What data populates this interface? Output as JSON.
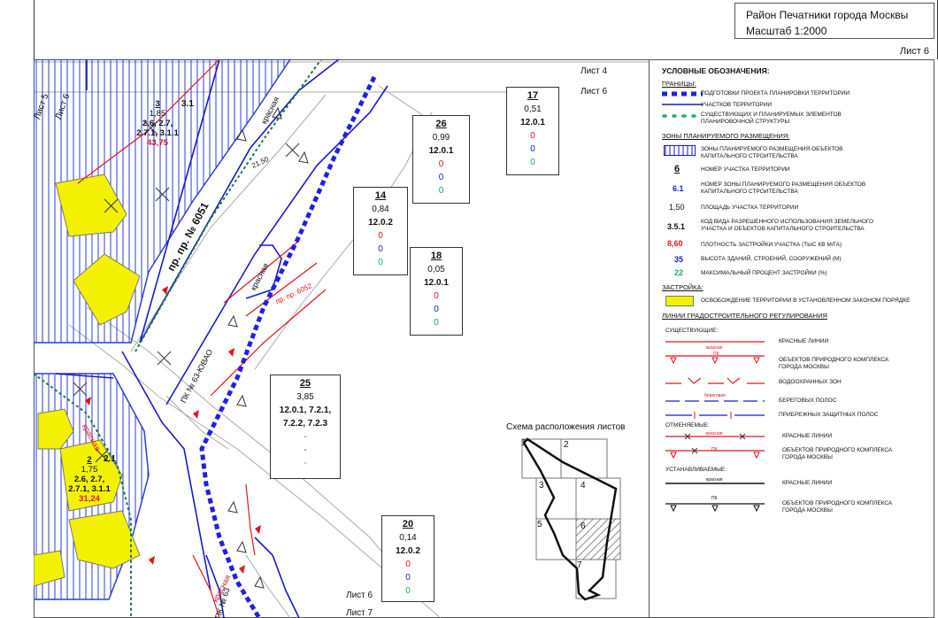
{
  "header": {
    "district": "Район Печатники города Москвы",
    "scale": "Масштаб 1:2000",
    "sheet": "Лист 6"
  },
  "sheet_labels": {
    "top_right_4": "Лист 4",
    "top_right_6": "Лист 6",
    "left_5": "Лист 5",
    "left_6": "Лист 6",
    "bottom_6": "Лист 6",
    "bottom_7": "Лист 7"
  },
  "map_labels": {
    "street": "пр. пр. № 6051",
    "pk_ugv": "ПК № 63-ЮВАО",
    "pk_63": "ПК № 63",
    "krasnaya1": "красная",
    "krasnaya2": "красная",
    "krasnaya3": "красная",
    "krasnaya4": "красная",
    "proezd_6052": "пр. пр. 6052",
    "dim_21_50": "21.50",
    "zone_3_1": "3.1",
    "zone_2_1": "2.1"
  },
  "plots": [
    {
      "id": "17",
      "area": "0,51",
      "code": "12.0.1",
      "density": "0",
      "height": "0",
      "percent": "0"
    },
    {
      "id": "26",
      "area": "0,99",
      "code": "12.0.1",
      "density": "0",
      "height": "0",
      "percent": "0"
    },
    {
      "id": "14",
      "area": "0,84",
      "code": "12.0.2",
      "density": "0",
      "height": "0",
      "percent": "0"
    },
    {
      "id": "18",
      "area": "0,05",
      "code": "12.0.1",
      "density": "0",
      "height": "0",
      "percent": "0"
    },
    {
      "id": "25",
      "area": "3,85",
      "code1": "12.0.1, 7.2.1,",
      "code2": "7.2.2, 7.2.3",
      "density": "-",
      "height": "-",
      "percent": "-"
    },
    {
      "id": "20",
      "area": "0,14",
      "code": "12.0.2",
      "density": "0",
      "height": "0",
      "percent": "0"
    }
  ],
  "map_plots": [
    {
      "id": "3",
      "area": "1,85",
      "code1": "2.6, 2.7,",
      "code2": "2.7.1, 3.1.1",
      "density": "43,75"
    },
    {
      "id": "2",
      "area": "1,75",
      "code1": "2.6, 2.7,",
      "code2": "2.7.1, 3.1.1",
      "density": "31,24"
    }
  ],
  "scheme": {
    "title": "Схема расположения листов",
    "cells": [
      "1",
      "2",
      "3",
      "4",
      "5",
      "6",
      "7"
    ]
  },
  "legend": {
    "title": "УСЛОВНЫЕ ОБОЗНАЧЕНИЯ:",
    "borders_title": "ГРАНИЦЫ:",
    "b1": "ПОДГОТОВКИ ПРОЕКТА ПЛАНИРОВКИ ТЕРРИТОРИИ",
    "b2": "УЧАСТКОВ ТЕРРИТОРИИ",
    "b3": "СУЩЕСТВУЮЩИХ И ПЛАНИРУЕМЫХ ЭЛЕМЕНТОВ ПЛАНИРОВОЧНОЙ СТРУКТУРЫ",
    "zones_title": "ЗОНЫ ПЛАНИРУЕМОГО РАЗМЕЩЕНИЯ:",
    "z1": "ЗОНЫ ПЛАНИРУЕМОГО РАЗМЕЩЕНИЯ ОБЪЕКТОВ КАПИТАЛЬНОГО СТРОИТЕЛЬСТВА",
    "z2_sym": "6",
    "z2": "НОМЕР УЧАСТКА ТЕРРИТОРИИ",
    "z3_sym": "6.1",
    "z3": "НОМЕР ЗОНЫ ПЛАНИРУЕМОГО РАЗМЕЩЕНИЯ ОБЪЕКТОВ КАПИТАЛЬНОГО СТРОИТЕЛЬСТВА",
    "z4_sym": "1,50",
    "z4": "ПЛОЩАДЬ УЧАСТКА ТЕРРИТОРИИ",
    "z5_sym": "3.5.1",
    "z5": "КОД ВИДА РАЗРЕШЕННОГО ИСПОЛЬЗОВАНИЯ ЗЕМЕЛЬНОГО УЧАСТКА И ОБЪЕКТОВ КАПИТАЛЬНОГО СТРОИТЕЛЬСТВА",
    "z6_sym": "8,60",
    "z6": "ПЛОТНОСТЬ ЗАСТРОЙКИ УЧАСТКА (ТЫС КВ М/ГА)",
    "z7_sym": "35",
    "z7": "ВЫСОТА ЗДАНИЙ, СТРОЕНИЙ, СООРУЖЕНИЙ (М)",
    "z8_sym": "22",
    "z8": "МАКСИМАЛЬНЫЙ ПРОЦЕНТ ЗАСТРОЙКИ (%)",
    "build_title": "ЗАСТРОЙКА:",
    "build1": "ОСВОБОЖДЕНИЕ ТЕРРИТОРИИ В УСТАНОВЛЕННОМ ЗАКОНОМ ПОРЯДКЕ",
    "lines_title": "ЛИНИИ ГРАДОСТРОИТЕЛЬНОГО РЕГУЛИРОВАНИЯ",
    "existing": "СУЩЕСТВУЮЩИЕ:",
    "l1": "КРАСНЫЕ ЛИНИИ",
    "l2_cap": "красная",
    "l2": "ОБЪЕКТОВ ПРИРОДНОГО КОМПЛЕКСА ГОРОДА МОСКВЫ",
    "l2_mark": "ПК",
    "l3": "ВОДООХРАННЫХ ЗОН",
    "l4_cap": "береговая",
    "l4": "БЕРЕГОВЫХ ПОЛОС",
    "l5": "ПРИБРЕЖНЫХ ЗАЩИТНЫХ ПОЛОС",
    "cancelled": "ОТМЕНЯЕМЫЕ:",
    "c1_cap": "красная",
    "c1": "КРАСНЫЕ ЛИНИИ",
    "c2_mark": "ПК",
    "c2": "ОБЪЕКТОВ ПРИРОДНОГО КОМПЛЕКСА ГОРОДА МОСКВЫ",
    "established": "УСТАНАВЛИВАЕМЫЕ:",
    "e1_cap": "красная",
    "e1": "КРАСНЫЕ ЛИНИИ",
    "e2_mark": "ПК",
    "e2": "ОБЪЕКТОВ ПРИРОДНОГО КОМПЛЕКСА ГОРОДА МОСКВЫ"
  },
  "colors": {
    "red": "#e0141e",
    "blue": "#1a1acc",
    "green": "#17b35a",
    "yellow": "#f2f200"
  }
}
